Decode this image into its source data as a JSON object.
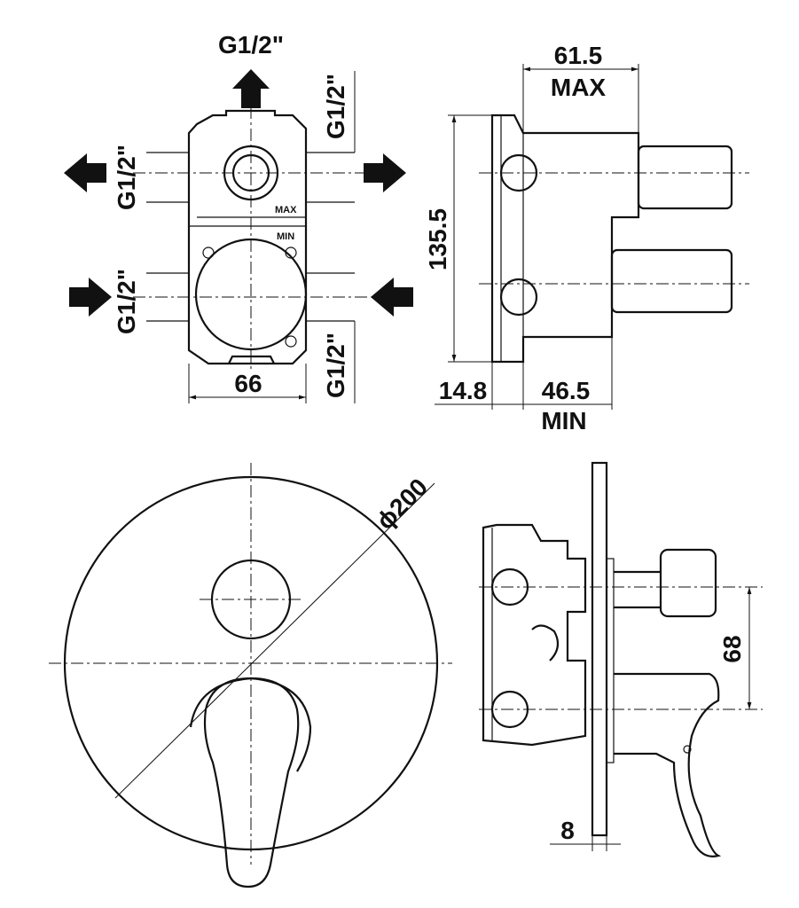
{
  "labels": {
    "thread": "G1/2\"",
    "max_depth": "61.5",
    "max": "MAX",
    "height": "135.5",
    "wall_offset": "14.8",
    "min_depth": "46.5",
    "min": "MIN",
    "body_width": "66",
    "plate_diameter": "ϕ200",
    "handle_spacing": "68",
    "plate_thickness": "8",
    "body_max_mark": "MAX",
    "body_min_mark": "MIN"
  }
}
